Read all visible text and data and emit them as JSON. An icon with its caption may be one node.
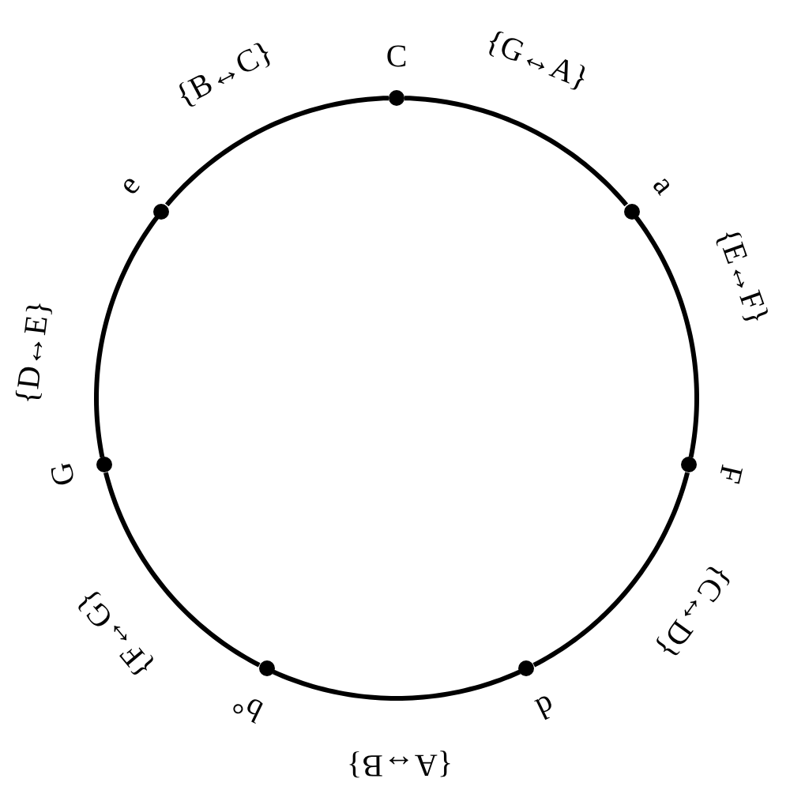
{
  "diagram": {
    "nodes": [
      {
        "text": [],
        "shape": "circle",
        "beside": [
          "C"
        ]
      },
      {
        "text": [],
        "shape": "circle",
        "beside": [
          "a"
        ]
      },
      {
        "text": [],
        "shape": "circle",
        "beside": [
          "F"
        ]
      },
      {
        "text": [],
        "shape": "circle",
        "beside": [
          "d"
        ]
      },
      {
        "text": [],
        "shape": "circle",
        "beside": [
          "b°"
        ]
      },
      {
        "text": [],
        "shape": "circle",
        "beside": [
          "G"
        ]
      },
      {
        "text": [],
        "shape": "circle",
        "beside": [
          "e"
        ]
      }
    ],
    "edges": [
      {
        "from": 0,
        "to": 1,
        "arrow": "none",
        "label": "{G↔A}"
      },
      {
        "from": 1,
        "to": 2,
        "arrow": "none",
        "label": "{E↔F}"
      },
      {
        "from": 2,
        "to": 3,
        "arrow": "none",
        "label": "{C↔D}"
      },
      {
        "from": 3,
        "to": 4,
        "arrow": "none",
        "label": "{A↔B}"
      },
      {
        "from": 4,
        "to": 5,
        "arrow": "none",
        "label": "{F↔G}"
      },
      {
        "from": 5,
        "to": 6,
        "arrow": "none",
        "label": "{D↔E}"
      },
      {
        "from": 6,
        "to": 0,
        "arrow": "none",
        "label": "{B↔C}"
      }
    ]
  }
}
